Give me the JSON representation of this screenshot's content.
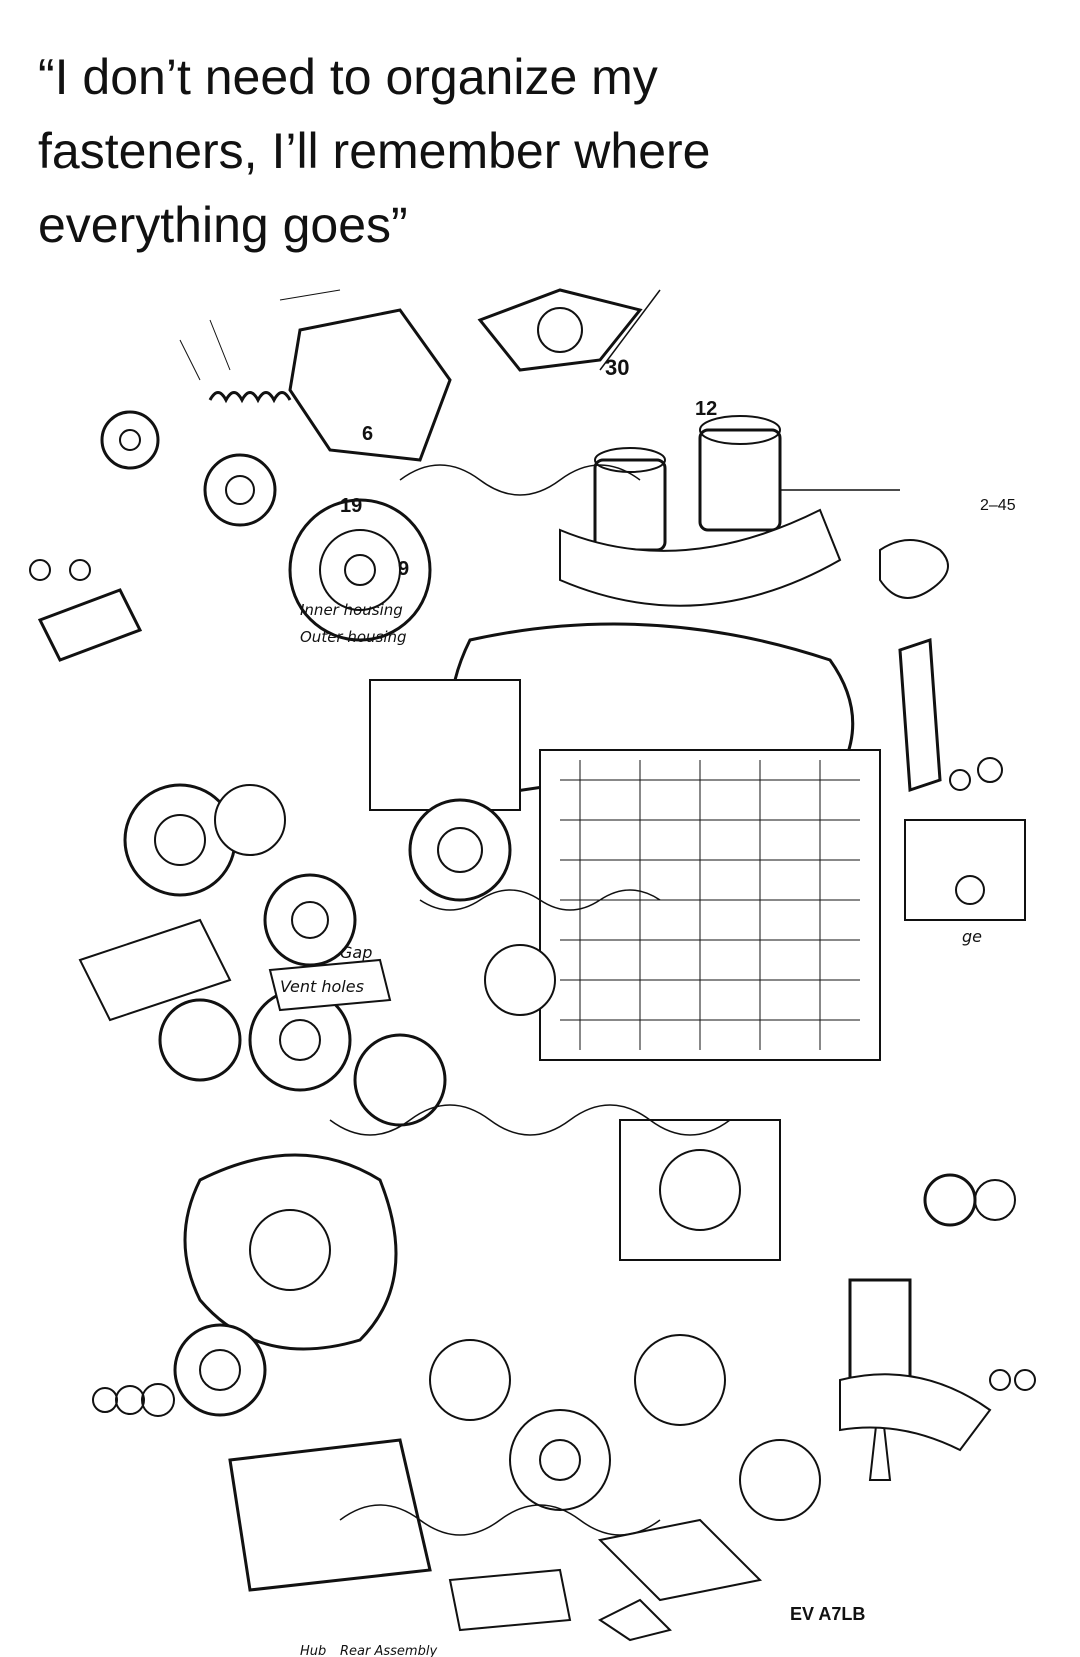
{
  "caption": {
    "lines": [
      "“I don’t need to organize my",
      "fasteners, I’ll remember where",
      "everything goes”"
    ]
  },
  "diagram": {
    "labels": {
      "l30": "30",
      "l12": "12",
      "l245": "2–45",
      "l19": "19",
      "l6": "6",
      "l9": "9",
      "inner": "Inner housing",
      "outer": "Outer housing",
      "gap": "Gap",
      "vent": "Vent holes",
      "ev": "EV A7LB",
      "hub": "Hub",
      "rear": "Rear Assembly",
      "ge": "ge"
    }
  }
}
